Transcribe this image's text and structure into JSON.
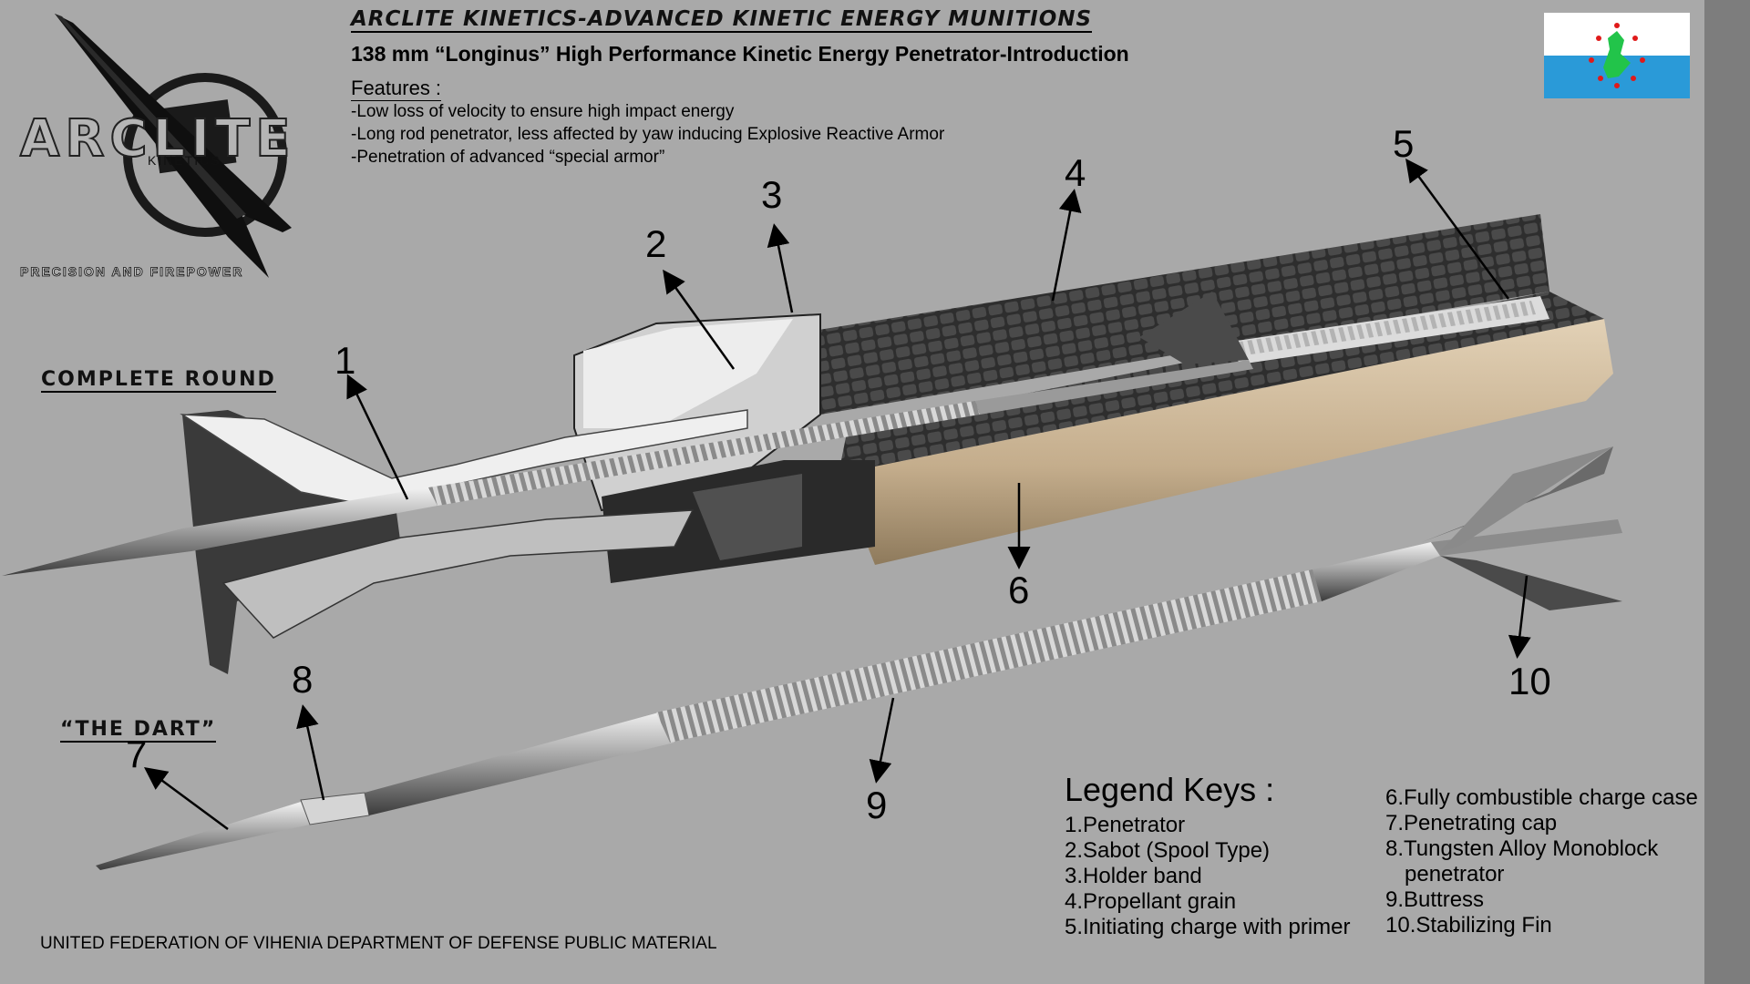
{
  "brand": {
    "name": "ARCLITE",
    "sub": "KINETICS",
    "slogan": "PRECISION AND FIREPOWER"
  },
  "header": {
    "title": "Arclite Kinetics-Advanced Kinetic Energy Munitions",
    "subtitle": "138 mm “Longinus” High Performance Kinetic Energy Penetrator-Introduction",
    "features_heading": "Features :",
    "features": [
      "-Low loss of velocity to ensure high impact energy",
      "-Long rod penetrator, less affected by yaw inducing Explosive Reactive Armor",
      "-Penetration of advanced “special armor”"
    ]
  },
  "labels": {
    "complete_round": "Complete Round",
    "the_dart": "“The Dart”"
  },
  "callouts": [
    "1",
    "2",
    "3",
    "4",
    "5",
    "6",
    "7",
    "8",
    "9",
    "10"
  ],
  "legend": {
    "heading": "Legend Keys :",
    "left": [
      "1.Penetrator",
      "2.Sabot (Spool Type)",
      "3.Holder band",
      "4.Propellant grain",
      "5.Initiating charge with primer"
    ],
    "right": [
      "6.Fully combustible charge case",
      "7.Penetrating cap",
      "8.Tungsten Alloy Monoblock",
      "penetrator",
      "9.Buttress",
      "10.Stabilizing Fin"
    ]
  },
  "footer": "UNITED FEDERATION OF VIHENIA DEPARTMENT OF DEFENSE PUBLIC MATERIAL",
  "colors": {
    "background": "#a9a9a9",
    "case_tan": "#c4ad8c",
    "propellant": "#3a3a3a",
    "flag_blue": "#2a9ad8",
    "flag_green": "#22c44a",
    "flag_star": "#e01a1a"
  }
}
